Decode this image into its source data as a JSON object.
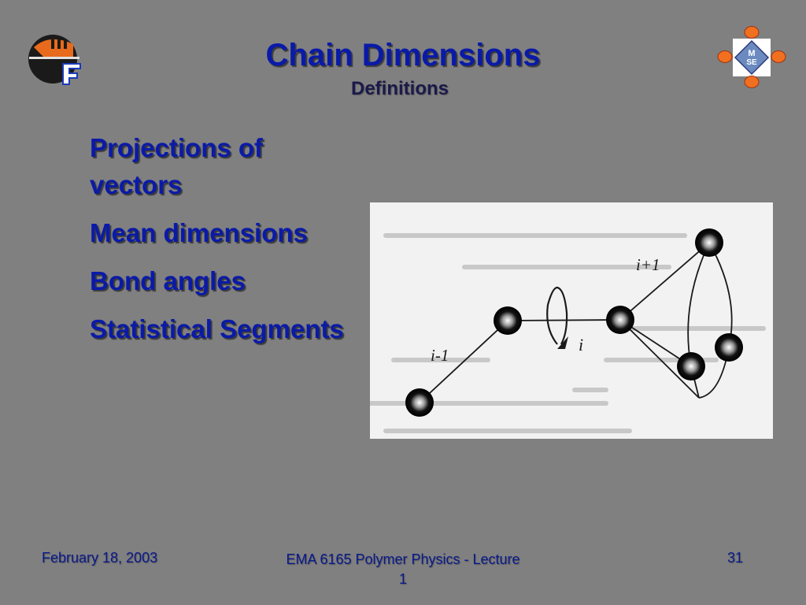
{
  "header": {
    "title": "Chain Dimensions",
    "subtitle": "Definitions"
  },
  "bullets": [
    "Projections of vectors",
    "Mean dimensions",
    "Bond angles",
    "Statistical Segments"
  ],
  "figure": {
    "label_i_minus_1": "i-1",
    "label_i": "i",
    "label_i_plus_1": "i+1"
  },
  "logos": {
    "right_badge_line1": "M",
    "right_badge_line2": "SE"
  },
  "footer": {
    "date": "February 18, 2003",
    "course": "EMA 6165 Polymer Physics - Lecture 1",
    "page_number": "31"
  },
  "colors": {
    "background": "#808080",
    "title": "#0a1aa8",
    "bullet": "#0a1aa8",
    "footer": "#0a1a8a"
  }
}
